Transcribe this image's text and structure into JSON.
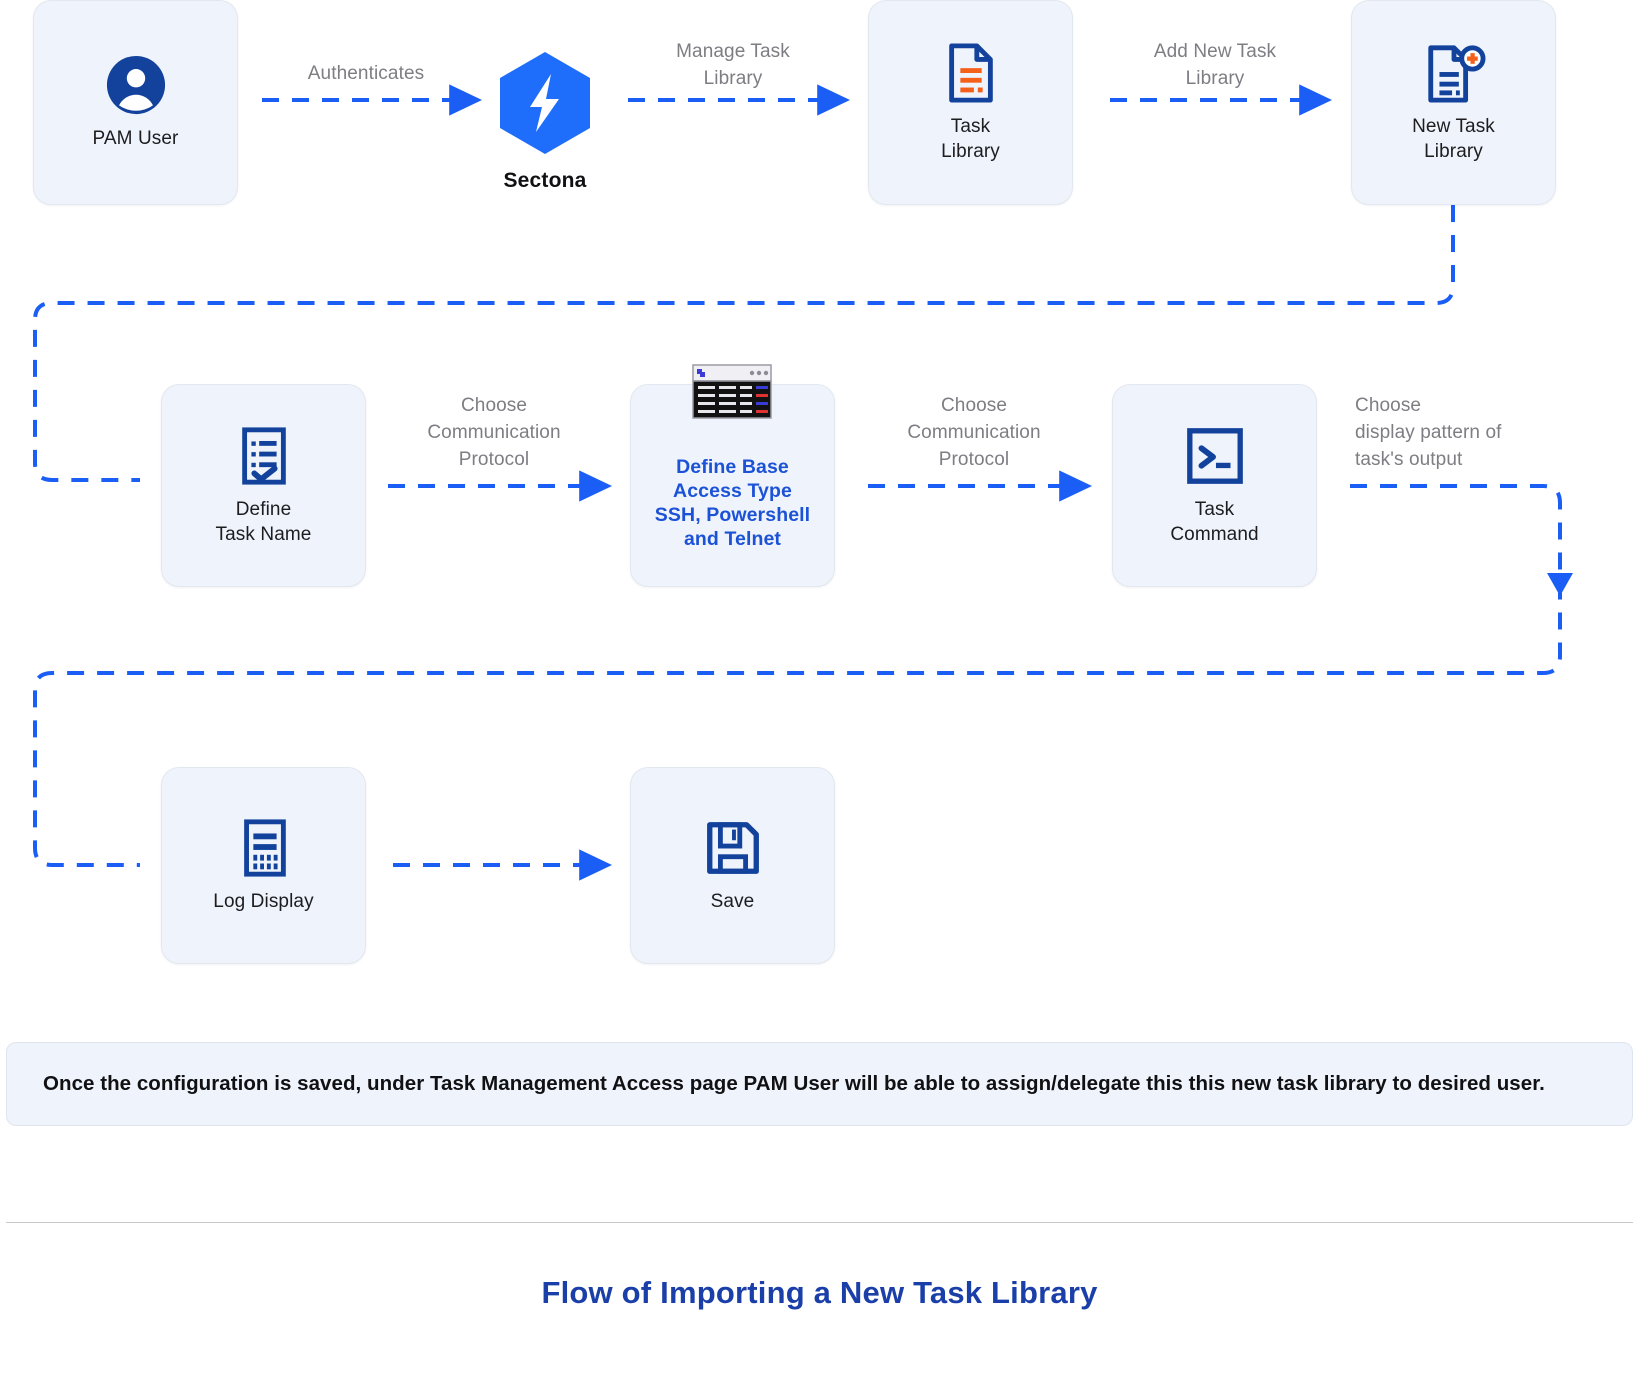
{
  "diagram": {
    "title": "Flow of Importing a New Task Library",
    "note": "Once the configuration is saved, under Task Management Access page PAM User will be able to assign/delegate this this new task library to desired user.",
    "brand": {
      "name": "Sectona",
      "logo_icon": "sectona-hex-bolt-logo",
      "hex_color": "#1e6dfb"
    },
    "colors": {
      "node_fill": "#eff3fc",
      "node_border": "#e3e7ef",
      "icon_blue": "#12429c",
      "arrow_blue": "#1a5ef5",
      "accent_text": "#1b52d6",
      "edge_label_gray": "#7d7d83",
      "orange": "#f4601a",
      "title_blue": "#1b3fa8"
    },
    "nodes": [
      {
        "id": "pam-user",
        "label": "PAM User",
        "icon": "user-avatar-icon"
      },
      {
        "id": "task-library",
        "label": "Task\nLibrary",
        "icon": "document-list-icon"
      },
      {
        "id": "new-task-library",
        "label": "New Task\nLibrary",
        "icon": "document-add-icon"
      },
      {
        "id": "define-task-name",
        "label": "Define\nTask Name",
        "icon": "checklist-icon"
      },
      {
        "id": "define-base-access-type",
        "label": "Define Base\nAccess Type\nSSH, Powershell\nand Telnet",
        "icon": "terminal-window-icon",
        "accent": true
      },
      {
        "id": "task-command",
        "label": "Task\nCommand",
        "icon": "command-prompt-icon"
      },
      {
        "id": "log-display",
        "label": "Log Display",
        "icon": "log-document-icon"
      },
      {
        "id": "save",
        "label": "Save",
        "icon": "floppy-disk-save-icon"
      }
    ],
    "edges": [
      {
        "id": "e1",
        "label": "Authenticates",
        "from": "pam-user",
        "to": "sectona"
      },
      {
        "id": "e2",
        "label": "Manage Task\nLibrary",
        "from": "sectona",
        "to": "task-library"
      },
      {
        "id": "e3",
        "label": "Add New Task\nLibrary",
        "from": "task-library",
        "to": "new-task-library"
      },
      {
        "id": "e4",
        "label": "",
        "from": "new-task-library",
        "to": "define-task-name"
      },
      {
        "id": "e5",
        "label": "Choose\nCommunication\nProtocol",
        "from": "define-task-name",
        "to": "define-base-access-type"
      },
      {
        "id": "e6",
        "label": "Choose\nCommunication\nProtocol",
        "from": "define-base-access-type",
        "to": "task-command"
      },
      {
        "id": "e7",
        "label": "Choose\ndisplay pattern of\ntask's output",
        "from": "task-command",
        "to": "log-display"
      },
      {
        "id": "e8",
        "label": "",
        "from": "log-display",
        "to": "save"
      }
    ]
  }
}
